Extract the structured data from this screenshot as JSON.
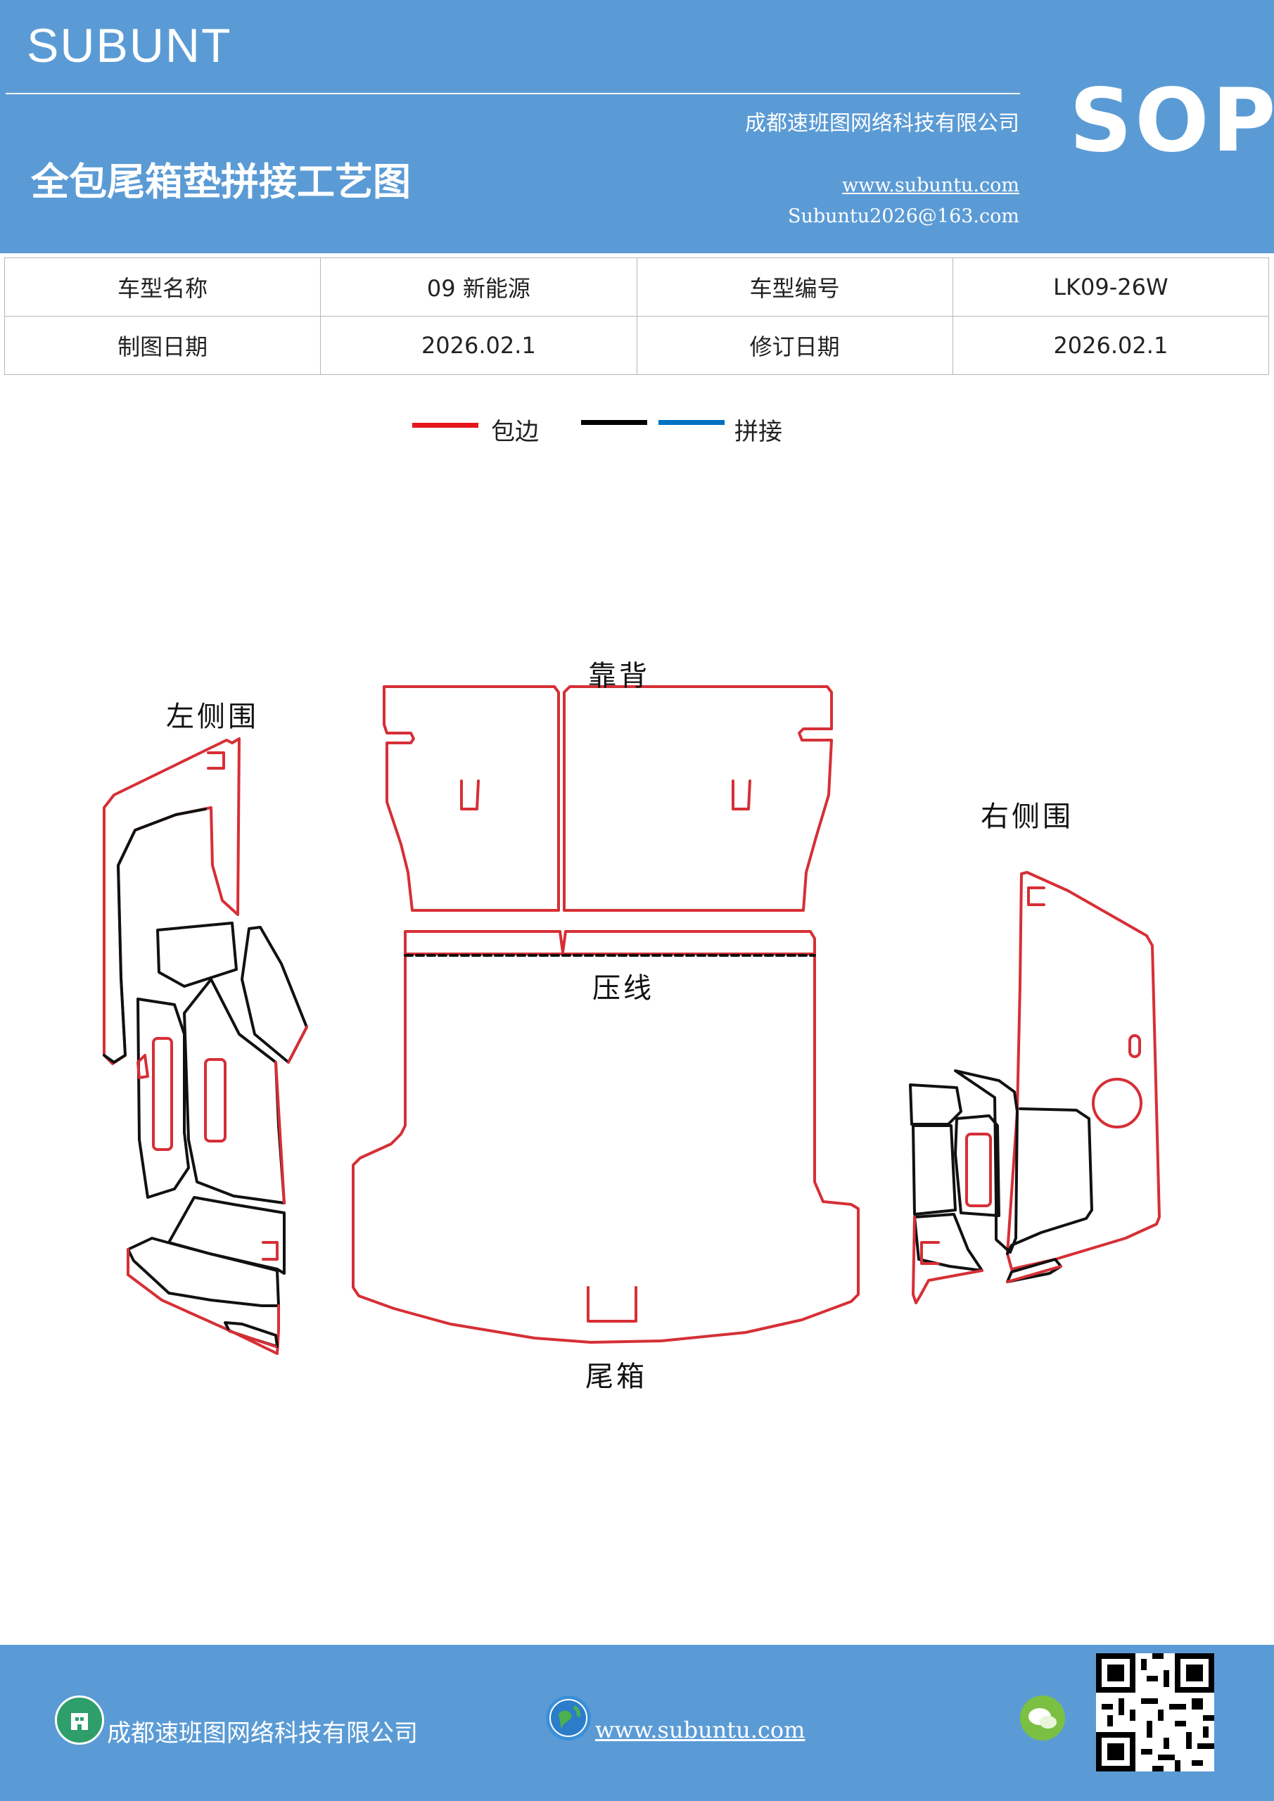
{
  "header": {
    "brand": "SUBUNT",
    "badge": "SOP",
    "company": "成都速班图网络科技有限公司",
    "title": "全包尾箱垫拼接工艺图",
    "website": "www.subuntu.com",
    "email": "Subuntu2026@163.com"
  },
  "info_table": {
    "rows": [
      [
        "车型名称",
        "09 新能源",
        "车型编号",
        "LK09-26W"
      ],
      [
        "制图日期",
        "2026.02.1",
        "修订日期",
        "2026.02.1"
      ]
    ]
  },
  "legend": {
    "items": [
      {
        "label": "包边",
        "color": "#e8141c"
      },
      {
        "label": "",
        "color": "#000000"
      },
      {
        "label": "拼接",
        "color": "#0070c0"
      }
    ]
  },
  "parts": {
    "left_side": "左侧围",
    "backrest": "靠背",
    "right_side": "右侧围",
    "crease": "压线",
    "trunk": "尾箱"
  },
  "colors": {
    "header_bg": "#5b9bd5",
    "edge_binding": "#d62f36",
    "seam": "#000000"
  },
  "footer": {
    "company": "成都速班图网络科技有限公司",
    "website": "www.subuntu.com",
    "icons": [
      "building-icon",
      "globe-icon",
      "wechat-icon"
    ]
  }
}
